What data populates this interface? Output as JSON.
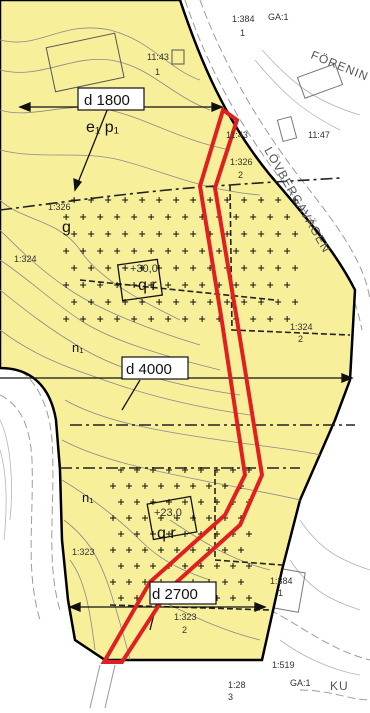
{
  "map": {
    "dimension_labels": [
      "d 1800",
      "d 4000",
      "d 2700"
    ],
    "zone_labels": [
      "e₁ p₁",
      "g",
      "q r",
      "q r",
      "n₁",
      "n₁"
    ],
    "elevations": [
      "+30,0",
      "+23,0"
    ],
    "parcel_labels": [
      "1:384",
      "1",
      "GA:1",
      "11:43",
      "1",
      "11:47",
      "1:326",
      "2",
      "1:324",
      "1:324",
      "2",
      "1:323",
      "1:323",
      "2",
      "1:384",
      "1",
      "1:519",
      "1:28",
      "3",
      "GA:1",
      "11:43",
      "1:326"
    ],
    "road_labels": [
      "FÖRENIN",
      "LÖVBERGAVÄGEN",
      "KU"
    ],
    "colors": {
      "zone_fill": "#f7ef9a",
      "highlight": "#e02020",
      "boundary": "#000000",
      "contour": "#9a9a9a"
    }
  }
}
